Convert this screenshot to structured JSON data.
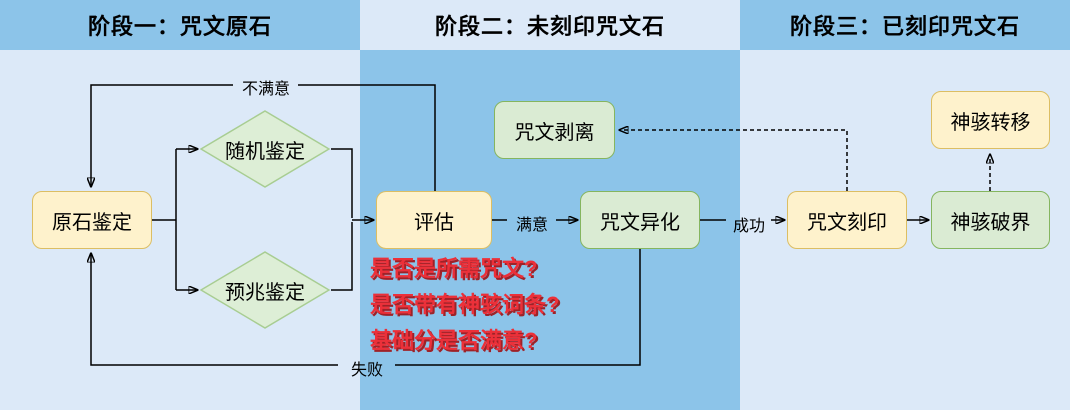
{
  "stages": [
    {
      "label": "阶段一：咒文原石"
    },
    {
      "label": "阶段二：未刻印咒文石"
    },
    {
      "label": "阶段三：已刻印咒文石"
    }
  ],
  "nodes": {
    "raw_stone_appraisal": "原石鉴定",
    "random_appraisal": "随机鉴定",
    "omen_appraisal": "预兆鉴定",
    "evaluate": "评估",
    "spell_strip": "咒文剥离",
    "spell_mutate": "咒文异化",
    "spell_engrave": "咒文刻印",
    "shock_breach": "神骇破界",
    "shock_transfer": "神骇转移"
  },
  "edge_labels": {
    "unsatisfied": "不满意",
    "satisfied": "满意",
    "success": "成功",
    "failure": "失败"
  },
  "questions": [
    "是否是所需咒文?",
    "是否带有神骇词条?",
    "基础分是否满意?"
  ],
  "colors": {
    "section_blue_medium": "#8CC4E9",
    "section_blue_light": "#DCE9F8",
    "node_yellow_fill": "#FEF2CC",
    "node_yellow_border": "#DCBE63",
    "node_green_fill": "#DAEBD3",
    "node_green_border": "#85B55F",
    "diamond_fill": "#DDEED6",
    "diamond_border": "#A8CD92",
    "question_red": "#EC3039",
    "connector": "#000000"
  }
}
